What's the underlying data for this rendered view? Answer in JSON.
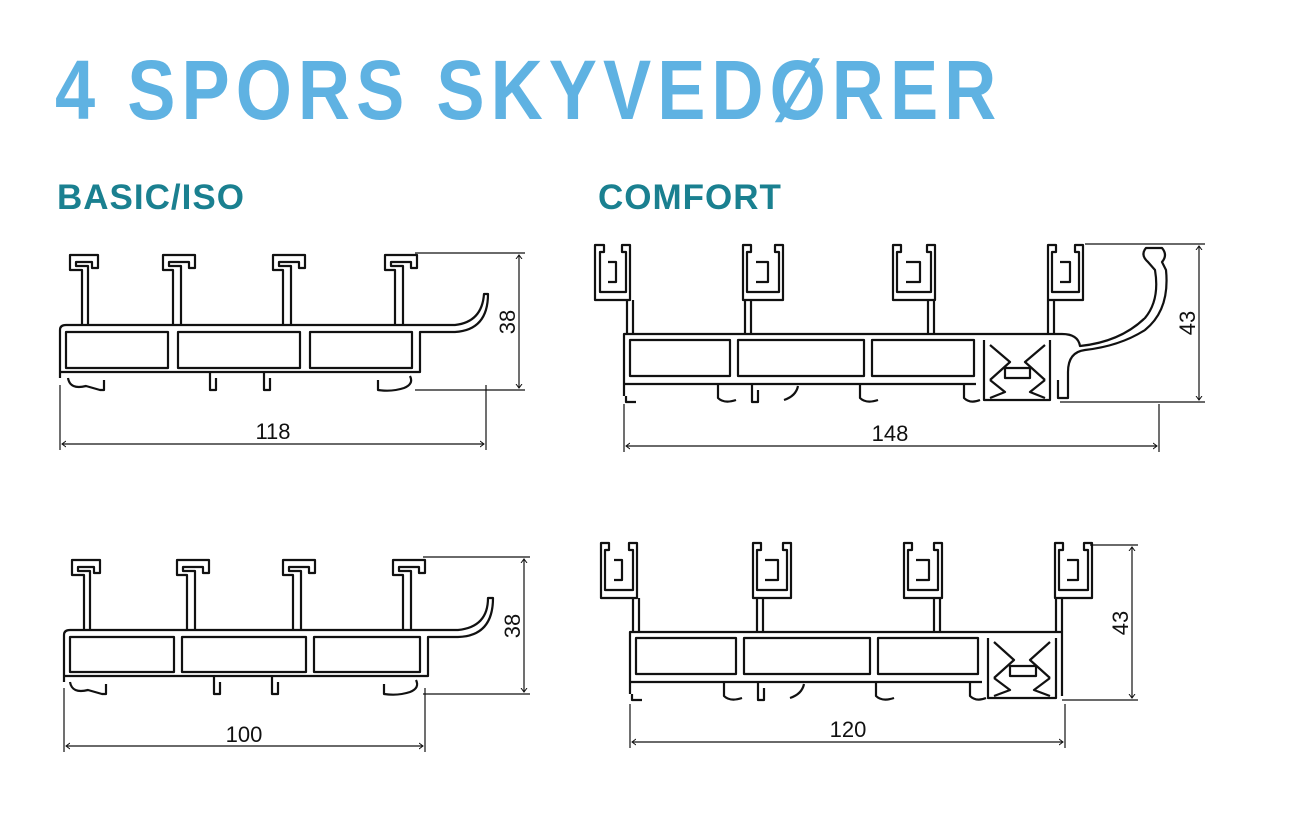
{
  "title": "4 SPORS SKYVEDØRER",
  "sections": {
    "left": "BASIC/ISO",
    "right": "COMFORT"
  },
  "profiles": [
    {
      "group": "BASIC/ISO",
      "width": "118",
      "height": "38"
    },
    {
      "group": "BASIC/ISO",
      "width": "100",
      "height": "38"
    },
    {
      "group": "COMFORT",
      "width": "148",
      "height": "43"
    },
    {
      "group": "COMFORT",
      "width": "120",
      "height": "43"
    }
  ],
  "colors": {
    "title": "#5fb2e2",
    "subtitle": "#1a8090",
    "line": "#111111"
  }
}
